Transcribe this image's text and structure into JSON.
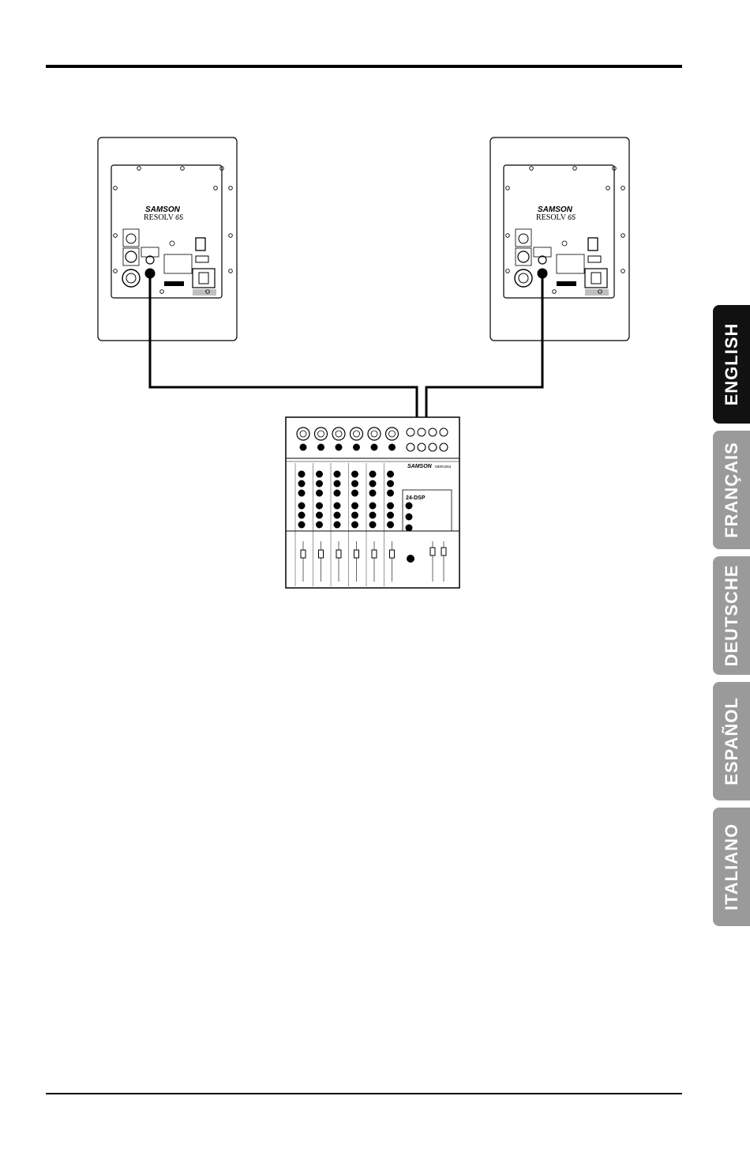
{
  "speakers": [
    {
      "brand": "SAMSON",
      "model": "RESOLV",
      "model_suffix": "65"
    },
    {
      "brand": "SAMSON",
      "model": "RESOLV",
      "model_suffix": "65"
    }
  ],
  "mixer": {
    "brand": "SAMSON",
    "model": "MDR1064",
    "dsp": "24-DSP"
  },
  "language_tabs": [
    {
      "label": "ENGLISH",
      "active": true
    },
    {
      "label": "FRANÇAIS",
      "active": false
    },
    {
      "label": "DEUTSCHE",
      "active": false
    },
    {
      "label": "ESPAÑOL",
      "active": false
    },
    {
      "label": "ITALIANO",
      "active": false
    }
  ],
  "colors": {
    "ink": "#000000",
    "tab_active": "#111111",
    "tab_inactive": "#9a9a9a"
  }
}
